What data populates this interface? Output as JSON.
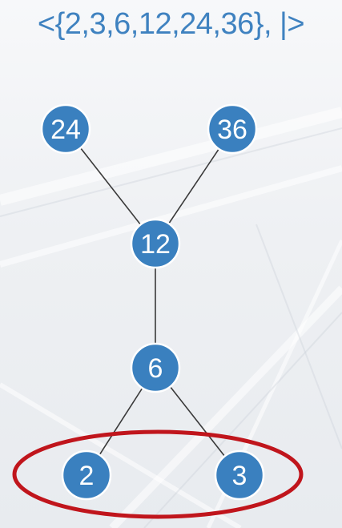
{
  "slide": {
    "title": "<{2,3,6,12,24,36}, |>"
  },
  "diagram": {
    "nodes": [
      {
        "id": "n24",
        "label": "24"
      },
      {
        "id": "n36",
        "label": "36"
      },
      {
        "id": "n12",
        "label": "12"
      },
      {
        "id": "n6",
        "label": "6"
      },
      {
        "id": "n2",
        "label": "2"
      },
      {
        "id": "n3",
        "label": "3"
      }
    ],
    "edges": [
      {
        "from": "n24",
        "to": "n12"
      },
      {
        "from": "n36",
        "to": "n12"
      },
      {
        "from": "n12",
        "to": "n6"
      },
      {
        "from": "n6",
        "to": "n2"
      },
      {
        "from": "n6",
        "to": "n3"
      }
    ],
    "colors": {
      "node_fill": "#3a80bf",
      "node_stroke": "#ffffff",
      "edge": "#3a3a3a",
      "highlight_ring": "#c0151c",
      "title": "#3f82c0"
    }
  }
}
